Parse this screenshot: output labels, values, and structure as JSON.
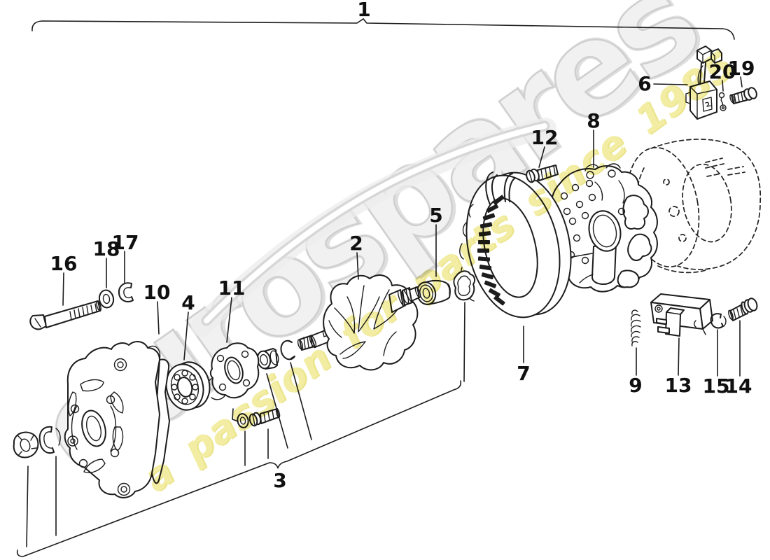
{
  "watermark": {
    "brand": "eurospares",
    "tagline": "a passion for parts since 1985",
    "brand_color": "#d9d9d9",
    "tagline_color": "#efe98f"
  },
  "diagram": {
    "type": "exploded-parts-diagram",
    "line_color": "#1c1c1c",
    "background": "#ffffff",
    "callouts": [
      {
        "label": "1"
      },
      {
        "label": "2"
      },
      {
        "label": "3"
      },
      {
        "label": "4"
      },
      {
        "label": "5"
      },
      {
        "label": "6"
      },
      {
        "label": "7"
      },
      {
        "label": "8"
      },
      {
        "label": "9"
      },
      {
        "label": "10"
      },
      {
        "label": "11"
      },
      {
        "label": "12"
      },
      {
        "label": "13"
      },
      {
        "label": "14"
      },
      {
        "label": "15"
      },
      {
        "label": "16"
      },
      {
        "label": "17"
      },
      {
        "label": "18"
      },
      {
        "label": "19"
      },
      {
        "label": "20"
      }
    ]
  }
}
